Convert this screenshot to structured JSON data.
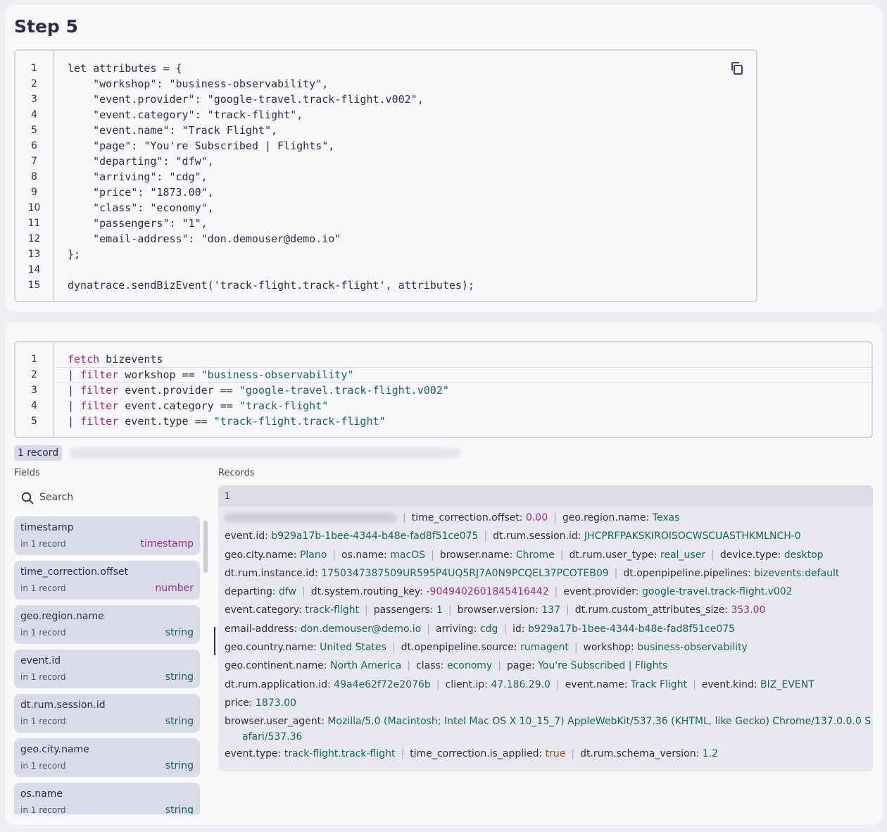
{
  "step": {
    "title": "Step 5"
  },
  "snippet": {
    "line_numbers": [
      "1",
      "2",
      "3",
      "4",
      "5",
      "6",
      "7",
      "8",
      "9",
      "10",
      "11",
      "12",
      "13",
      "14",
      "15"
    ],
    "lines": [
      "let attributes = {",
      "    \"workshop\": \"business-observability\",",
      "    \"event.provider\": \"google-travel.track-flight.v002\",",
      "    \"event.category\": \"track-flight\",",
      "    \"event.name\": \"Track Flight\",",
      "    \"page\": \"You're Subscribed | Flights\",",
      "    \"departing\": \"dfw\",",
      "    \"arriving\": \"cdg\",",
      "    \"price\": \"1873.00\",",
      "    \"class\": \"economy\",",
      "    \"passengers\": \"1\",",
      "    \"email-address\": \"don.demouser@demo.io\"",
      "};",
      "",
      "dynatrace.sendBizEvent('track-flight.track-flight', attributes);"
    ],
    "copy_icon": "copy-icon"
  },
  "query": {
    "line_numbers": [
      "1",
      "2",
      "3",
      "4",
      "5"
    ],
    "lines": [
      {
        "pipe": "",
        "kw": "fetch",
        "rest": " bizevents",
        "str": ""
      },
      {
        "pipe": "| ",
        "kw": "filter",
        "rest": " workshop == ",
        "str": "\"business-observability\""
      },
      {
        "pipe": "| ",
        "kw": "filter",
        "rest": " event.provider == ",
        "str": "\"google-travel.track-flight.v002\""
      },
      {
        "pipe": "| ",
        "kw": "filter",
        "rest": " event.category == ",
        "str": "\"track-flight\""
      },
      {
        "pipe": "| ",
        "kw": "filter",
        "rest": " event.type == ",
        "str": "\"track-flight.track-flight\""
      }
    ]
  },
  "result": {
    "badge": "1 record"
  },
  "fields": {
    "label": "Fields",
    "search_placeholder": "Search",
    "search_icon": "search-icon",
    "items": [
      {
        "name": "timestamp",
        "count": "in 1 record",
        "type": "timestamp"
      },
      {
        "name": "time_correction.offset",
        "count": "in 1 record",
        "type": "number"
      },
      {
        "name": "geo.region.name",
        "count": "in 1 record",
        "type": "string"
      },
      {
        "name": "event.id",
        "count": "in 1 record",
        "type": "string"
      },
      {
        "name": "dt.rum.session.id",
        "count": "in 1 record",
        "type": "string"
      },
      {
        "name": "geo.city.name",
        "count": "in 1 record",
        "type": "string"
      },
      {
        "name": "os.name",
        "count": "in 1 record",
        "type": "string"
      }
    ]
  },
  "records": {
    "label": "Records",
    "index": "1",
    "k": {
      "tco": "time_correction.offset:",
      "grn": "geo.region.name:",
      "eid": "event.id:",
      "sid": "dt.rum.session.id:",
      "city": "geo.city.name:",
      "os": "os.name:",
      "bn": "browser.name:",
      "ut": "dt.rum.user_type:",
      "dev": "device.type:",
      "inst": "dt.rum.instance.id:",
      "pipes": "dt.openpipeline.pipelines:",
      "dep": "departing:",
      "rk": "dt.system.routing_key:",
      "prov": "event.provider:",
      "cat": "event.category:",
      "pass": "passengers:",
      "bv": "browser.version:",
      "cas": "dt.rum.custom_attributes_size:",
      "email": "email-address:",
      "arr": "arriving:",
      "id": "id:",
      "country": "geo.country.name:",
      "src": "dt.openpipeline.source:",
      "ws": "workshop:",
      "cont": "geo.continent.name:",
      "class": "class:",
      "page": "page:",
      "app": "dt.rum.application.id:",
      "ip": "client.ip:",
      "en": "event.name:",
      "ek": "event.kind:",
      "price": "price:",
      "ua": "browser.user_agent:",
      "et": "event.type:",
      "tca": "time_correction.is_applied:",
      "sv": "dt.rum.schema_version:"
    },
    "v": {
      "tco": "0.00",
      "grn": "Texas",
      "eid": "b929a17b-1bee-4344-b48e-fad8f51ce075",
      "sid": "JHCPRFPAKSKIROISOCWSCUASTHKMLNCH-0",
      "city": "Plano",
      "os": "macOS",
      "bn": "Chrome",
      "ut": "real_user",
      "dev": "desktop",
      "inst": "1750347387509UR595P4UQ5RJ7A0N9PCQEL37PCOTEB09",
      "pipes": "bizevents:default",
      "dep": "dfw",
      "rk": "-9049402601845416442",
      "prov": "google-travel.track-flight.v002",
      "cat": "track-flight",
      "pass": "1",
      "bv": "137",
      "cas": "353.00",
      "email": "don.demouser@demo.io",
      "arr": "cdg",
      "id": "b929a17b-1bee-4344-b48e-fad8f51ce075",
      "country": "United States",
      "src": "rumagent",
      "ws": "business-observability",
      "cont": "North America",
      "class": "economy",
      "page": "You're Subscribed | Flights",
      "app": "49a4e62f72e2076b",
      "ip": "47.186.29.0",
      "en": "Track Flight",
      "ek": "BIZ_EVENT",
      "price": "1873.00",
      "ua1": "Mozilla/5.0 (Macintosh; Intel Mac OS X 10_15_7) AppleWebKit/537.36 (KHTML, like Gecko) Chrome/137.0.0.0 S",
      "ua2": "afari/537.36",
      "et": "track-flight.track-flight",
      "tca": "true",
      "sv": "1.2"
    }
  },
  "colors": {
    "teal": "#17655c",
    "magenta": "#9c2a87",
    "orange": "#a0480a",
    "text": "#2c2d4d"
  }
}
